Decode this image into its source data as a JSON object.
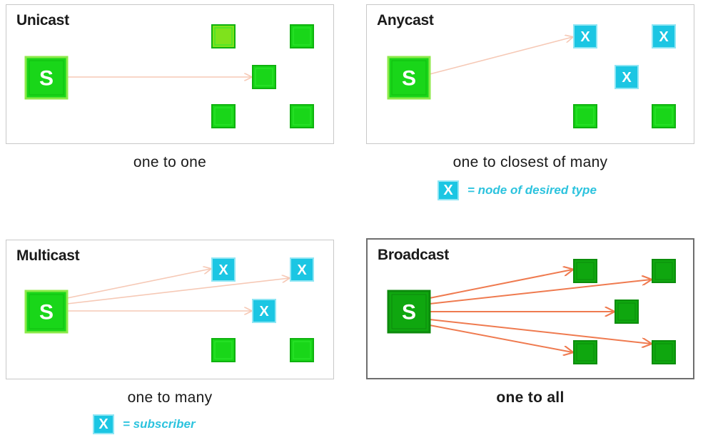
{
  "panels": {
    "unicast": {
      "title": "Unicast",
      "caption": "one to one"
    },
    "anycast": {
      "title": "Anycast",
      "caption": "one to closest of many",
      "legend": {
        "symbol": "X",
        "text": "= node of desired type"
      }
    },
    "multicast": {
      "title": "Multicast",
      "caption": "one to many",
      "legend": {
        "symbol": "X",
        "text": "= subscriber"
      }
    },
    "broadcast": {
      "title": "Broadcast",
      "caption": "one to all"
    }
  },
  "node_labels": {
    "source": "S",
    "target": "X"
  },
  "colors": {
    "node_green": "#19d619",
    "node_green_light": "#8cea4a",
    "node_green_dark": "#0fa70f",
    "target_cyan": "#1bc6e3",
    "arrow_faint": "#f6c9b6",
    "arrow_strong": "#ef7a4f"
  }
}
